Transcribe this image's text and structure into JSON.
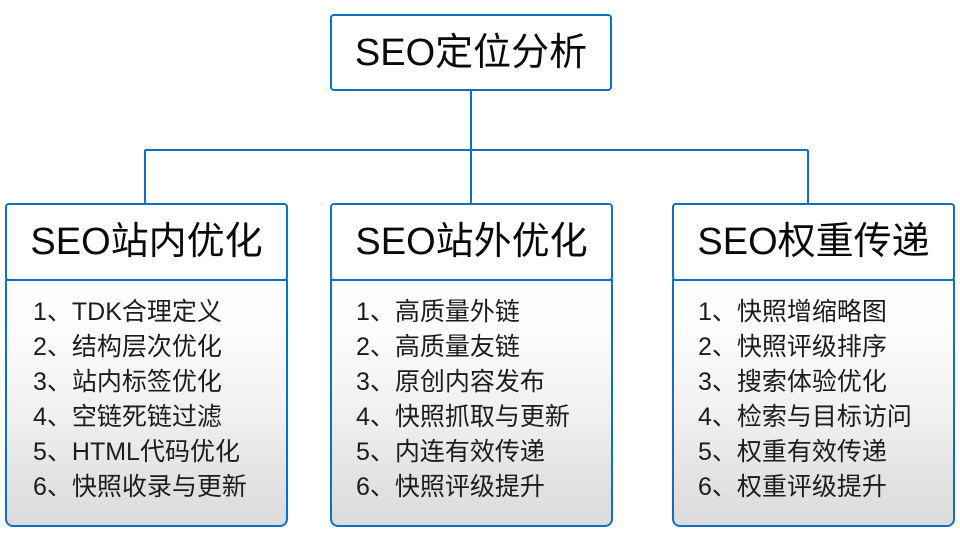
{
  "diagram": {
    "type": "org-tree",
    "title": "SEO定位分析",
    "accent_color": "#0f70c0",
    "text_color": "#0a0a0a",
    "panel_gradient_from": "#ffffff",
    "panel_gradient_to": "#dcdcdc",
    "root": {
      "label": "SEO定位分析"
    },
    "branches": [
      {
        "id": "seo-onsite",
        "header": "SEO站内优化",
        "items": [
          "1、TDK合理定义",
          "2、结构层次优化",
          "3、站内标签优化",
          "4、空链死链过滤",
          "5、HTML代码优化",
          "6、快照收录与更新"
        ]
      },
      {
        "id": "seo-offsite",
        "header": "SEO站外优化",
        "items": [
          "1、高质量外链",
          "2、高质量友链",
          "3、原创内容发布",
          "4、快照抓取与更新",
          "5、内连有效传递",
          "6、快照评级提升"
        ]
      },
      {
        "id": "seo-weight",
        "header": "SEO权重传递",
        "items": [
          "1、快照增缩略图",
          "2、快照评级排序",
          "3、搜索体验优化",
          "4、检索与目标访问",
          "5、权重有效传递",
          "6、权重评级提升"
        ]
      }
    ]
  }
}
